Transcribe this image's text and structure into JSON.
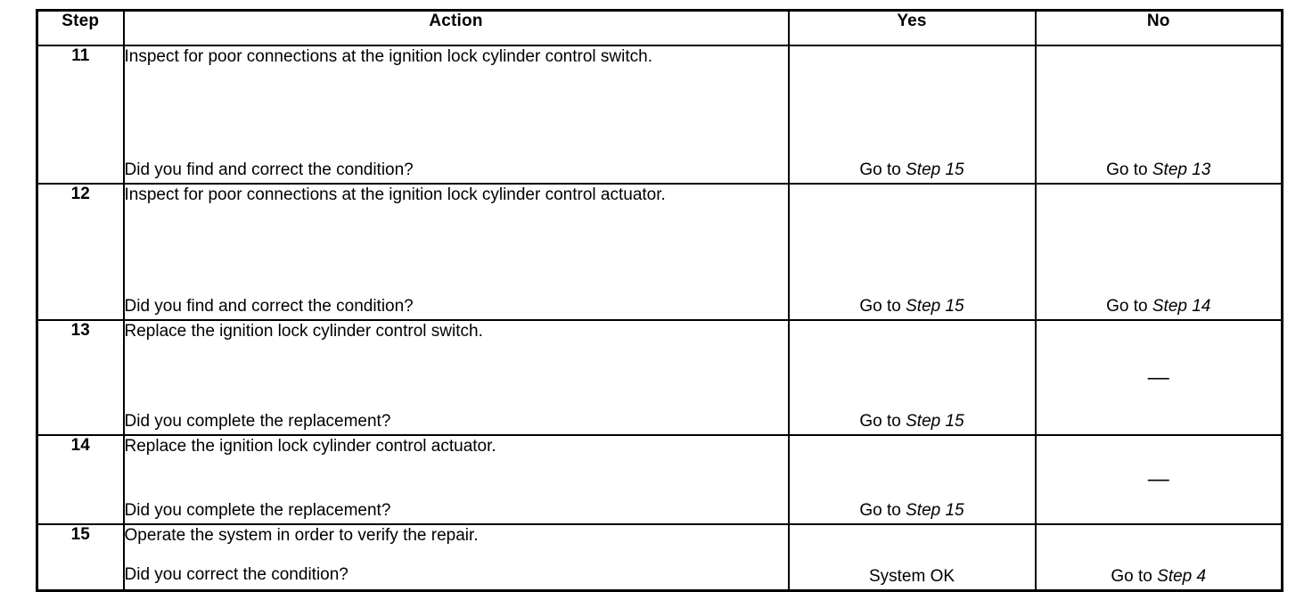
{
  "table": {
    "headers": {
      "step": "Step",
      "action": "Action",
      "yes": "Yes",
      "no": "No"
    },
    "rows": [
      {
        "step": "11",
        "action_top": "Inspect for poor connections at the ignition lock cylinder control switch.",
        "action_question": "Did you find and correct the condition?",
        "yes_prefix": "Go to ",
        "yes_ref": "Step 15",
        "no_prefix": "Go to ",
        "no_ref": "Step 13"
      },
      {
        "step": "12",
        "action_top": "Inspect for poor connections at the ignition lock cylinder control actuator.",
        "action_question": "Did you find and correct the condition?",
        "yes_prefix": "Go to ",
        "yes_ref": "Step 15",
        "no_prefix": "Go to ",
        "no_ref": "Step 14"
      },
      {
        "step": "13",
        "action_top": "Replace the ignition lock cylinder control switch.",
        "action_question": "Did you complete the replacement?",
        "yes_prefix": "Go to ",
        "yes_ref": "Step 15",
        "no_prefix": "",
        "no_ref": "",
        "no_dash": "—"
      },
      {
        "step": "14",
        "action_top": "Replace the ignition lock cylinder control actuator.",
        "action_question": "Did you complete the replacement?",
        "yes_prefix": "Go to ",
        "yes_ref": "Step 15",
        "no_prefix": "",
        "no_ref": "",
        "no_dash": "—"
      },
      {
        "step": "15",
        "action_top": "Operate the system in order to verify the repair.",
        "action_question": "Did you correct the condition?",
        "yes_prefix": "System OK",
        "yes_ref": "",
        "no_prefix": "Go to ",
        "no_ref": "Step 4"
      }
    ]
  },
  "colors": {
    "ink": "#000000",
    "paper": "#ffffff"
  }
}
